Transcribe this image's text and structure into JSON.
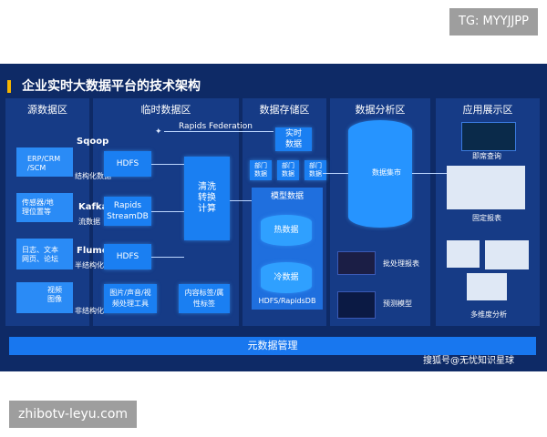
{
  "watermarks": {
    "top": "TG: MYYJJPP",
    "bottom": "zhibotv-leyu.com"
  },
  "diagram": {
    "title": "企业实时大数据平台的技术架构",
    "zones": [
      {
        "key": "source",
        "label": "源数据区"
      },
      {
        "key": "temp",
        "label": "临时数据区"
      },
      {
        "key": "storage",
        "label": "数据存储区"
      },
      {
        "key": "analysis",
        "label": "数据分析区"
      },
      {
        "key": "app",
        "label": "应用展示区"
      }
    ],
    "sources": [
      {
        "label": "ERP/CRM\n/SCM"
      },
      {
        "label": "传感器/地\n理位置等"
      },
      {
        "label": "日志、文本\n网页、论坛"
      },
      {
        "label": "视频\n图像"
      }
    ],
    "ingest": [
      {
        "tool": "Sqoop",
        "type": "结构化数据"
      },
      {
        "tool": "Kafka",
        "type": "流数据"
      },
      {
        "tool": "Flume",
        "type": "半结构化"
      },
      {
        "tool": "",
        "type": "非结构化"
      }
    ],
    "temp_boxes": {
      "hdfs1": "HDFS",
      "rapids": "Rapids\nStreamDB",
      "hdfs2": "HDFS",
      "media": "图片/声音/视\n频处理工具",
      "etl": "清洗\n转换\n计算",
      "tag": "内容标签/属\n性标签"
    },
    "federation": "Rapids Federation",
    "storage": {
      "realtime": "实时\n数据",
      "dept": [
        "部门\n数据",
        "部门\n数据",
        "部门\n数据"
      ],
      "model": "模型数据",
      "hot": "热数据",
      "cold": "冷数据",
      "store": "HDFS/RapidsDB"
    },
    "analysis": {
      "mart": "数据集市",
      "batch": "批处理报表",
      "predict": "预测模型"
    },
    "apps": [
      {
        "label": "即席查询"
      },
      {
        "label": "固定报表"
      },
      {
        "label": "多维度分析"
      }
    ],
    "meta": "元数据管理",
    "source_credit": "搜狐号@无忧知识星球",
    "colors": {
      "panel": "#0e2a66",
      "zone": "#163b86",
      "box": "#1a7ff2",
      "accent": "#f4b400"
    }
  }
}
